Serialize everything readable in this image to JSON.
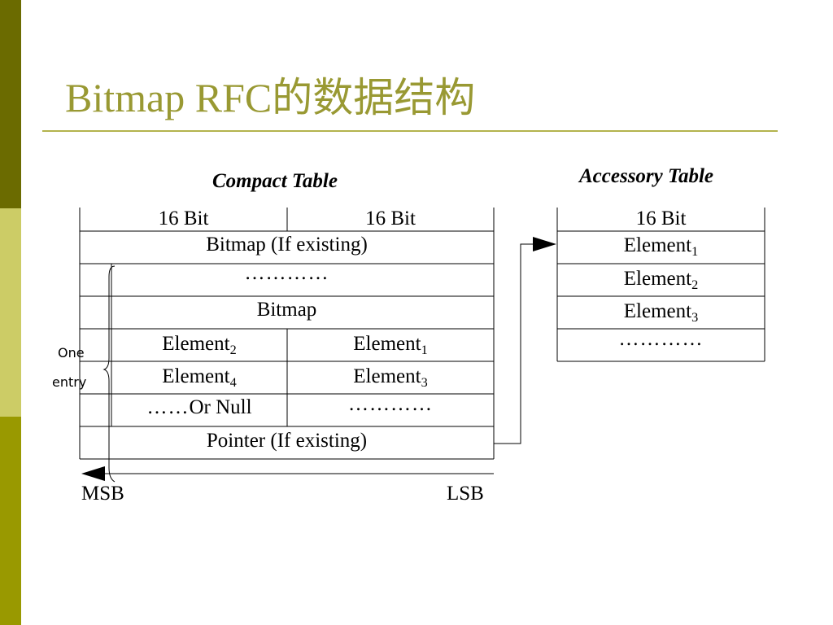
{
  "slide": {
    "title": "Bitmap RFC的数据结构"
  },
  "compact_table": {
    "heading": "Compact Table",
    "header_left": "16 Bit",
    "header_right": "16 Bit",
    "row_bitmap_if_existing": "Bitmap (If existing)",
    "row_dots": "…………",
    "row_bitmap": "Bitmap",
    "element2": "Element",
    "element2_sub": "2",
    "element1": "Element",
    "element1_sub": "1",
    "element4": "Element",
    "element4_sub": "4",
    "element3": "Element",
    "element3_sub": "3",
    "or_null_dots": "……",
    "or_null": "Or Null",
    "row_dots_right": "…………",
    "pointer": "Pointer (If existing)",
    "brace_label_1": "One",
    "brace_label_2": "entry",
    "msb": "MSB",
    "lsb": "LSB"
  },
  "accessory_table": {
    "heading": "Accessory Table",
    "header": "16 Bit",
    "element1": "Element",
    "element1_sub": "1",
    "element2": "Element",
    "element2_sub": "2",
    "element3": "Element",
    "element3_sub": "3",
    "dots": "…………"
  }
}
